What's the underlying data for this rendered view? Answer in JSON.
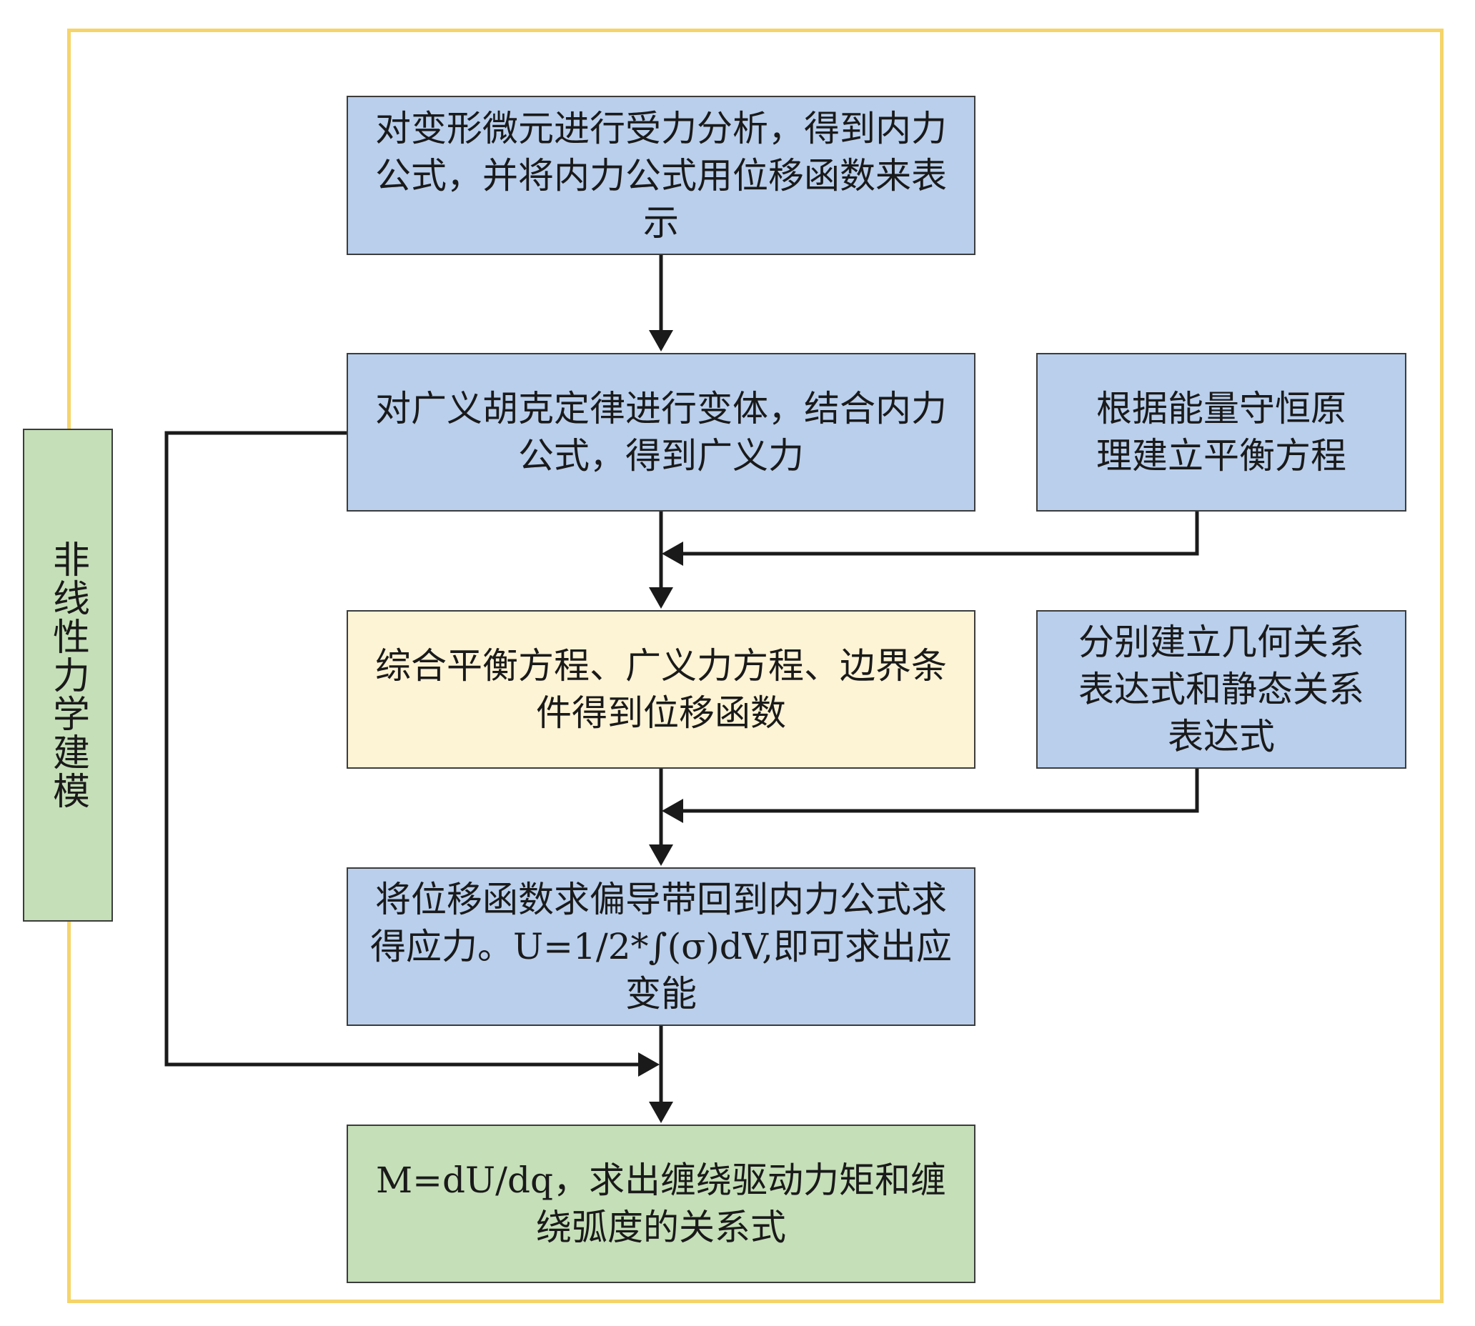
{
  "side_label": "非线性力学建模",
  "boxes": {
    "step1": "对变形微元进行受力分析，得到内力公式，并将内力公式用位移函数来表示",
    "step2": "对广义胡克定律进行变体，结合内力公式，得到广义力",
    "energy": "根据能量守恒原理建立平衡方程",
    "step3": "综合平衡方程、广义力方程、边界条件得到位移函数",
    "geometry": "分别建立几何关系表达式和静态关系表达式",
    "step4": "将位移函数求偏导带回到内力公式求得应力。U=1/2*∫(σ)dV,即可求出应变能",
    "step5": "M=dU/dq，求出缠绕驱动力矩和缠绕弧度的关系式"
  },
  "colors": {
    "frame": "#f5d46a",
    "blue_box": "#b9cfec",
    "yellow_box": "#fdf3d5",
    "green_box": "#c5dfb8",
    "arrow": "#1a1a1a"
  }
}
